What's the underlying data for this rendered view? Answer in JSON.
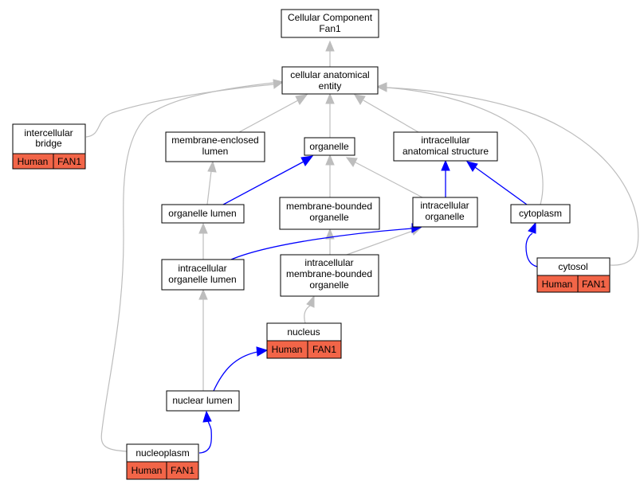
{
  "colors": {
    "node_fill": "#ffffff",
    "node_border": "#000000",
    "annotation_fill": "#f26548",
    "is_a_edge": "#bdbdbd",
    "part_of_edge": "#0000ff"
  },
  "nodes": {
    "cellular_component": {
      "lines": [
        "Cellular Component",
        "Fan1"
      ]
    },
    "cellular_anatomical_entity": {
      "lines": [
        "cellular anatomical",
        "entity"
      ]
    },
    "intercellular_bridge": {
      "lines": [
        "intercellular",
        "bridge"
      ],
      "species": "Human",
      "gene": "FAN1"
    },
    "membrane_enclosed_lumen": {
      "lines": [
        "membrane-enclosed",
        "lumen"
      ]
    },
    "organelle": {
      "lines": [
        "organelle"
      ]
    },
    "intracellular_anatomical_structure": {
      "lines": [
        "intracellular",
        "anatomical structure"
      ]
    },
    "organelle_lumen": {
      "lines": [
        "organelle lumen"
      ]
    },
    "membrane_bounded_organelle": {
      "lines": [
        "membrane-bounded",
        "organelle"
      ]
    },
    "intracellular_organelle": {
      "lines": [
        "intracellular",
        "organelle"
      ]
    },
    "cytoplasm": {
      "lines": [
        "cytoplasm"
      ]
    },
    "intracellular_organelle_lumen": {
      "lines": [
        "intracellular",
        "organelle lumen"
      ]
    },
    "intracellular_membrane_bounded_organelle": {
      "lines": [
        "intracellular",
        "membrane-bounded",
        "organelle"
      ]
    },
    "cytosol": {
      "lines": [
        "cytosol"
      ],
      "species": "Human",
      "gene": "FAN1"
    },
    "nucleus": {
      "lines": [
        "nucleus"
      ],
      "species": "Human",
      "gene": "FAN1"
    },
    "nuclear_lumen": {
      "lines": [
        "nuclear lumen"
      ]
    },
    "nucleoplasm": {
      "lines": [
        "nucleoplasm"
      ],
      "species": "Human",
      "gene": "FAN1"
    }
  }
}
